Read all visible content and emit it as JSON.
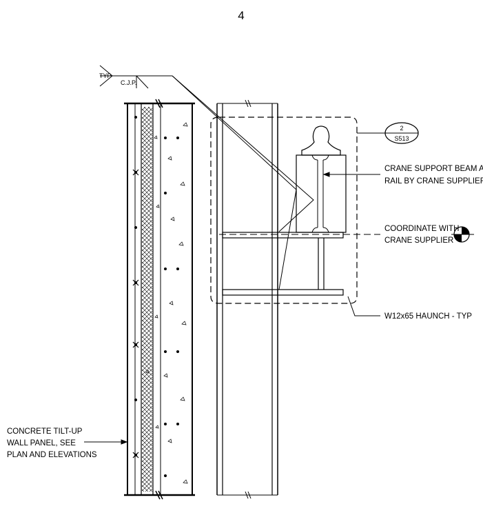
{
  "sheet_number": "4",
  "weld": {
    "typ": "TYP",
    "cjp": "C.J.P."
  },
  "detail_ref": {
    "detail": "2",
    "sheet": "S513"
  },
  "notes": {
    "crane_beam_line1": "CRANE SUPPORT BEAM AND",
    "crane_beam_line2": "RAIL BY CRANE SUPPLIER",
    "coordinate_line1": "COORDINATE WITH",
    "coordinate_line2": "CRANE SUPPLIER",
    "haunch": "W12x65 HAUNCH - TYP",
    "wall_line1": "CONCRETE TILT-UP",
    "wall_line2": "WALL PANEL, SEE",
    "wall_line3": "PLAN AND ELEVATIONS"
  }
}
